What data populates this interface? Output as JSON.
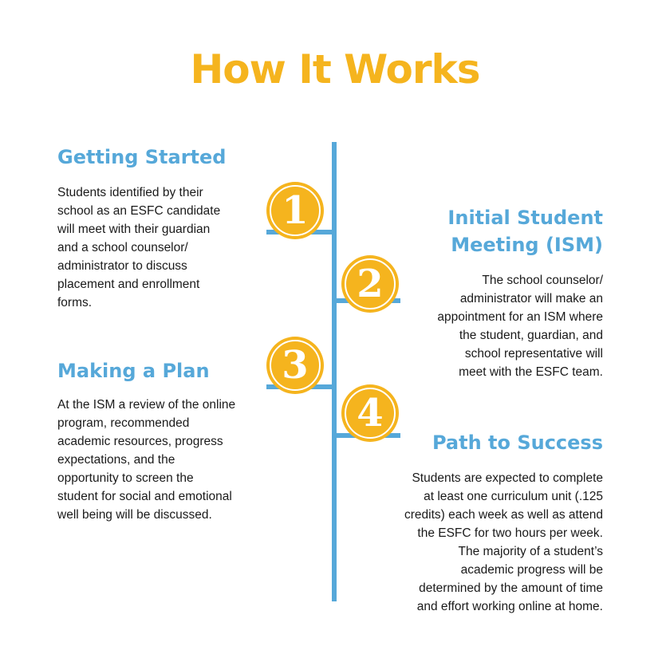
{
  "title": "How It Works",
  "colors": {
    "accent": "#f5b41e",
    "line": "#56a8d9",
    "text": "#1a1a1a"
  },
  "steps": [
    {
      "number": "1",
      "heading": "Getting Started",
      "body": "Students identified by their\nschool as an ESFC candidate\nwill meet with their guardian\nand a school counselor/\nadministrator to discuss\nplacement and enrollment\nforms."
    },
    {
      "number": "2",
      "heading": "Initial Student\nMeeting (ISM)",
      "body": "The school counselor/\nadministrator will make an\nappointment for an ISM where\nthe student, guardian, and\nschool representative will\nmeet with the ESFC team."
    },
    {
      "number": "3",
      "heading": "Making a Plan",
      "body": "At the ISM a review of the online\nprogram, recommended\nacademic resources, progress\nexpectations, and the\nopportunity to screen the\nstudent for social and emotional\nwell being will be discussed."
    },
    {
      "number": "4",
      "heading": "Path to Success",
      "body": "Students are expected to complete\nat least one curriculum unit (.125\ncredits) each week as well as attend\nthe ESFC for two hours per week.\nThe majority of a student’s\nacademic progress will be\ndetermined by the amount of time\nand effort working online at home."
    }
  ]
}
